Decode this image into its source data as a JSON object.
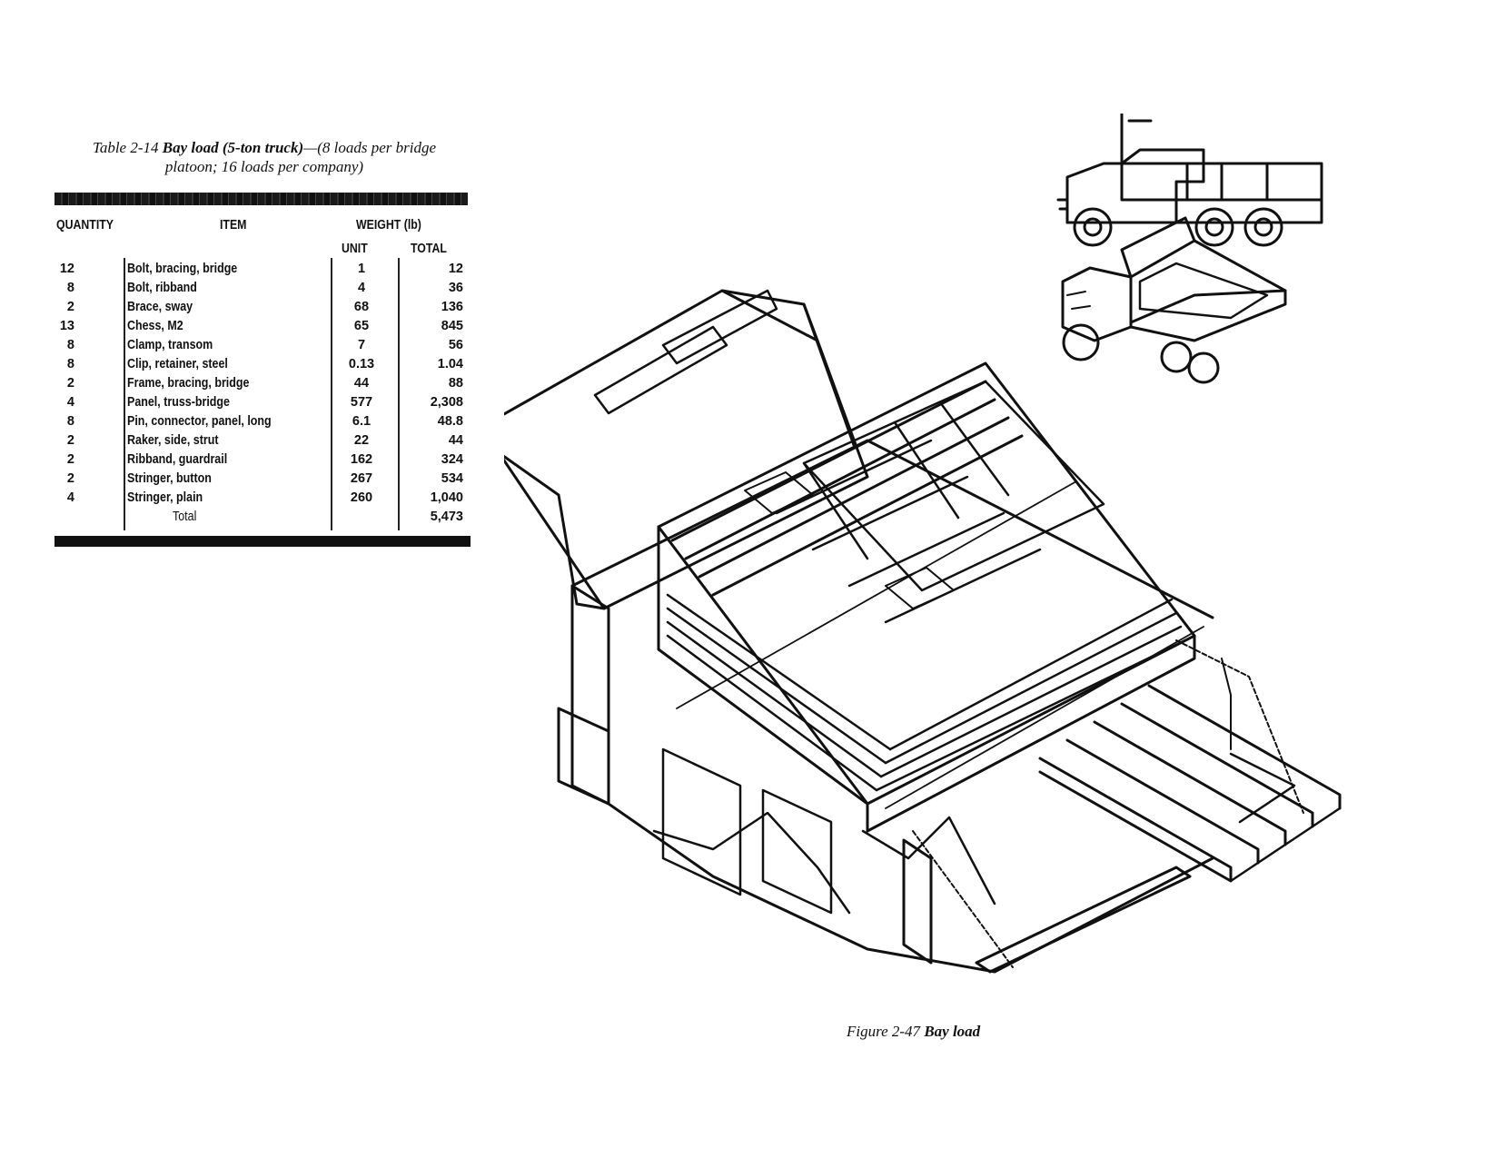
{
  "table": {
    "caption_prefix": "Table 2-14",
    "caption_title": "Bay load (5-ton truck)",
    "caption_note_line1": "—(8 loads per bridge",
    "caption_note_line2": "platoon; 16 loads per company)",
    "headers": {
      "quantity": "QUANTITY",
      "item": "ITEM",
      "weight": "WEIGHT (lb)",
      "unit": "UNIT",
      "total": "TOTAL"
    },
    "rows": [
      {
        "quantity": "12",
        "item": "Bolt, bracing, bridge",
        "unit": "1",
        "total": "12"
      },
      {
        "quantity": "8",
        "item": "Bolt, ribband",
        "unit": "4",
        "total": "36"
      },
      {
        "quantity": "2",
        "item": "Brace, sway",
        "unit": "68",
        "total": "136"
      },
      {
        "quantity": "13",
        "item": "Chess, M2",
        "unit": "65",
        "total": "845"
      },
      {
        "quantity": "8",
        "item": "Clamp, transom",
        "unit": "7",
        "total": "56"
      },
      {
        "quantity": "8",
        "item": "Clip, retainer, steel",
        "unit": "0.13",
        "total": "1.04"
      },
      {
        "quantity": "2",
        "item": "Frame, bracing, bridge",
        "unit": "44",
        "total": "88"
      },
      {
        "quantity": "4",
        "item": "Panel, truss-bridge",
        "unit": "577",
        "total": "2,308"
      },
      {
        "quantity": "8",
        "item": "Pin, connector, panel, long",
        "unit": "6.1",
        "total": "48.8"
      },
      {
        "quantity": "2",
        "item": "Raker, side, strut",
        "unit": "22",
        "total": "44"
      },
      {
        "quantity": "2",
        "item": "Ribband, guardrail",
        "unit": "162",
        "total": "324"
      },
      {
        "quantity": "2",
        "item": "Stringer, button",
        "unit": "267",
        "total": "534"
      },
      {
        "quantity": "4",
        "item": "Stringer, plain",
        "unit": "260",
        "total": "1,040"
      }
    ],
    "total_label": "Total",
    "total_value": "5,473"
  },
  "figure": {
    "caption_prefix": "Figure 2-47",
    "caption_title": "Bay load"
  }
}
